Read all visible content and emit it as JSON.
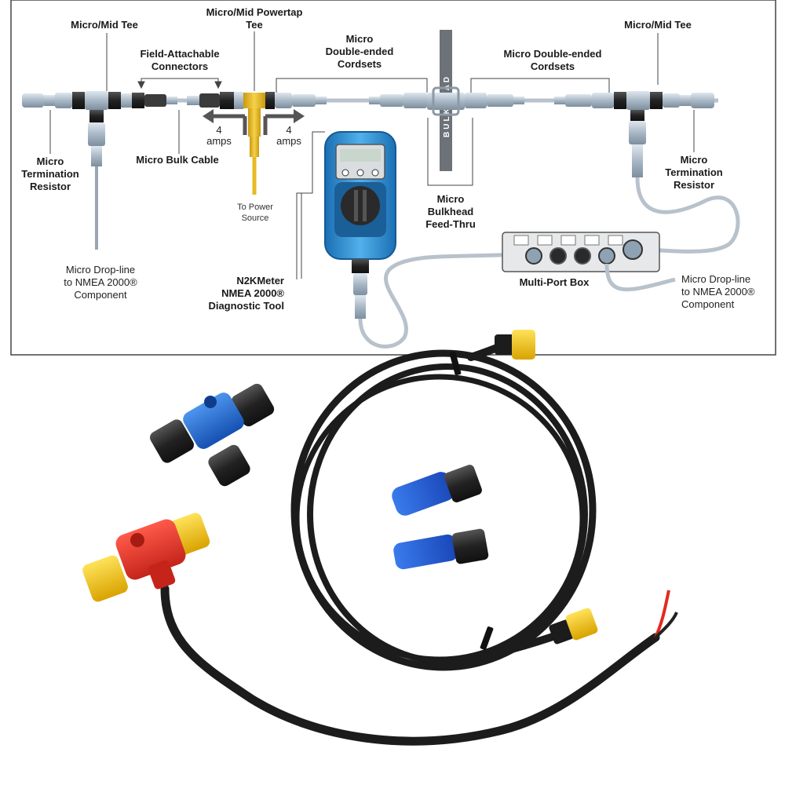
{
  "labels": {
    "micro_mid_tee_left": "Micro/Mid Tee",
    "micro_mid_powertap_tee": [
      "Micro/Mid Powertap",
      "Tee"
    ],
    "field_attachable_connectors": [
      "Field-Attachable",
      "Connectors"
    ],
    "micro_double_ended_cordsets_1": [
      "Micro",
      "Double-ended",
      "Cordsets"
    ],
    "micro_double_ended_cordsets_2": [
      "Micro Double-ended",
      "Cordsets"
    ],
    "micro_mid_tee_right": "Micro/Mid Tee",
    "micro_termination_resistor_left": [
      "Micro",
      "Termination",
      "Resistor"
    ],
    "micro_bulk_cable": "Micro Bulk Cable",
    "amps_left": [
      "4",
      "amps"
    ],
    "amps_right": [
      "4",
      "amps"
    ],
    "to_power_source": [
      "To Power",
      "Source"
    ],
    "bulkhead_word": "BULKHEAD",
    "micro_bulkhead_feed_thru": [
      "Micro",
      "Bulkhead",
      "Feed-Thru"
    ],
    "micro_termination_resistor_right": [
      "Micro",
      "Termination",
      "Resistor"
    ],
    "micro_drop_line_left": [
      "Micro Drop-line",
      "to NMEA 2000®",
      "Component"
    ],
    "n2kmeter": [
      "N2KMeter",
      "NMEA 2000®",
      "Diagnostic Tool"
    ],
    "multi_port_box": "Multi-Port Box",
    "micro_drop_line_right": [
      "Micro Drop-line",
      "to NMEA 2000®",
      "Component"
    ]
  },
  "colors": {
    "connector_gray": "#b9c7d3",
    "nut_black": "#2a2a2a",
    "powertap_yellow": "#e8b923",
    "meter_blue": "#2f8fd0",
    "cable_black": "#1c1c1c",
    "tee_blue": "#1f6fd6",
    "tee_red": "#e8382b",
    "connector_yellow": "#f2c419",
    "terminator_blue": "#1f5fd4"
  }
}
